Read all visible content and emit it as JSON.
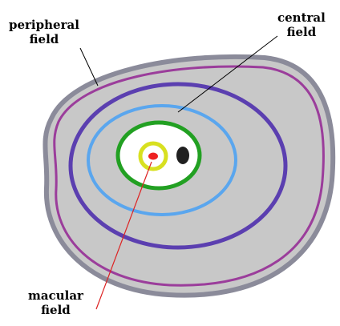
{
  "labels": {
    "peripheral": {
      "line1": "peripheral",
      "line2": "field"
    },
    "central": {
      "line1": "central",
      "line2": "field"
    },
    "macular": {
      "line1": "macular",
      "line2": "field"
    }
  },
  "colors": {
    "fundus_fill": "#c8c8c8",
    "outer_border": "#8b8b9a",
    "peripheral_ring": "#9b3d9b",
    "mid_ring": "#5b3fb0",
    "central_ring": "#5aa6ee",
    "macular_ring": "#22a022",
    "fovea_ring": "#d8e020",
    "fovea": "#ee2222",
    "optic_disc": "#202020",
    "pointer_black": "#000000",
    "pointer_red": "#dd2222"
  }
}
